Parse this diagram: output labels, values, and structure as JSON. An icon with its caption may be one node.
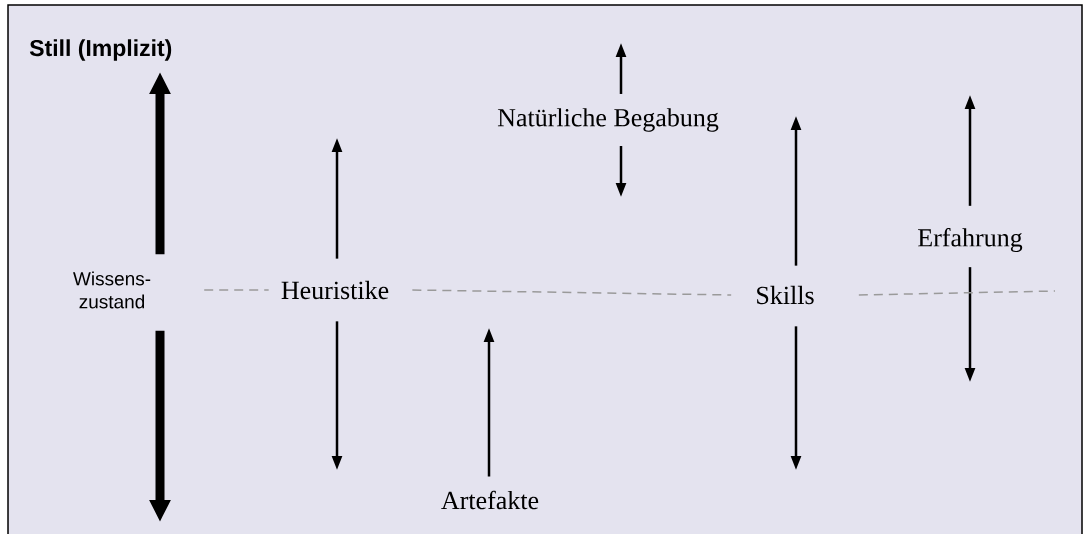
{
  "diagram": {
    "title": "Still (Implizit)",
    "nodes": [
      {
        "text": [
          "Wissens- zustand"
        ]
      },
      {
        "text": [
          "Heuristike"
        ]
      },
      {
        "text": [
          "Natürliche Begabung"
        ]
      },
      {
        "text": [
          "Artefakte"
        ]
      },
      {
        "text": [
          "Skills"
        ]
      },
      {
        "text": [
          "Erfahrung"
        ]
      }
    ],
    "edges": [
      {
        "from": 0,
        "to": null,
        "arrow": "to",
        "style": "thick"
      },
      {
        "from": 0,
        "to": null,
        "arrow": "to",
        "style": "thick"
      },
      {
        "from": 1,
        "to": null,
        "arrow": "to"
      },
      {
        "from": 1,
        "to": null,
        "arrow": "to"
      },
      {
        "from": 2,
        "to": null,
        "arrow": "to"
      },
      {
        "from": 2,
        "to": null,
        "arrow": "to"
      },
      {
        "from": 3,
        "to": null,
        "arrow": "to"
      },
      {
        "from": 4,
        "to": null,
        "arrow": "to"
      },
      {
        "from": 4,
        "to": null,
        "arrow": "to"
      },
      {
        "from": 5,
        "to": null,
        "arrow": "to"
      },
      {
        "from": 5,
        "to": null,
        "arrow": "to"
      },
      {
        "from": 0,
        "to": 1,
        "arrow": "none",
        "style": "dashed",
        "color": "#9a9a9a"
      },
      {
        "from": 1,
        "to": 4,
        "arrow": "none",
        "style": "dashed",
        "color": "#9a9a9a"
      },
      {
        "from": 4,
        "to": null,
        "arrow": "none",
        "style": "dashed",
        "color": "#9a9a9a"
      }
    ]
  }
}
